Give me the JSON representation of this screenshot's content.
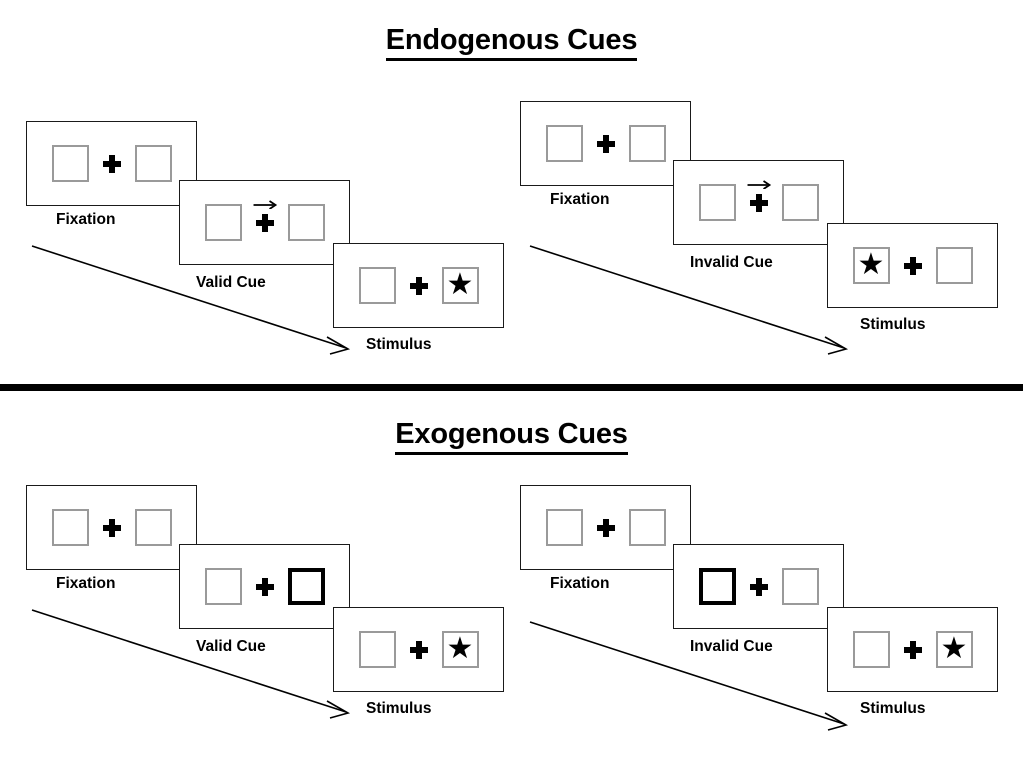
{
  "figure": {
    "divider": "horizontal-rule",
    "accent_color": "#000000",
    "box_border_color": "#9a9a9a",
    "cue_border_color": "#000000"
  },
  "sections": [
    {
      "id": "endogenous",
      "title": "Endogenous Cues",
      "panels": [
        {
          "id": "endo-valid",
          "cue_type": "arrow",
          "frames": [
            {
              "label": "Fixation",
              "left_box": "empty",
              "right_box": "empty",
              "cue": "none"
            },
            {
              "label": "Valid Cue",
              "left_box": "empty",
              "right_box": "empty",
              "cue": "arrow-right"
            },
            {
              "label": "Stimulus",
              "left_box": "empty",
              "right_box": "star",
              "cue": "none"
            }
          ]
        },
        {
          "id": "endo-invalid",
          "cue_type": "arrow",
          "frames": [
            {
              "label": "Fixation",
              "left_box": "empty",
              "right_box": "empty",
              "cue": "none"
            },
            {
              "label": "Invalid Cue",
              "left_box": "empty",
              "right_box": "empty",
              "cue": "arrow-right"
            },
            {
              "label": "Stimulus",
              "left_box": "star",
              "right_box": "empty",
              "cue": "none"
            }
          ]
        }
      ]
    },
    {
      "id": "exogenous",
      "title": "Exogenous Cues",
      "panels": [
        {
          "id": "exo-valid",
          "cue_type": "box-flash",
          "frames": [
            {
              "label": "Fixation",
              "left_box": "empty",
              "right_box": "empty",
              "cue": "none"
            },
            {
              "label": "Valid Cue",
              "left_box": "empty",
              "right_box": "cued",
              "cue": "box-highlight-right"
            },
            {
              "label": "Stimulus",
              "left_box": "empty",
              "right_box": "star",
              "cue": "none"
            }
          ]
        },
        {
          "id": "exo-invalid",
          "cue_type": "box-flash",
          "frames": [
            {
              "label": "Fixation",
              "left_box": "empty",
              "right_box": "empty",
              "cue": "none"
            },
            {
              "label": "Invalid Cue",
              "left_box": "cued",
              "right_box": "empty",
              "cue": "box-highlight-left"
            },
            {
              "label": "Stimulus",
              "left_box": "empty",
              "right_box": "star",
              "cue": "none"
            }
          ]
        }
      ]
    }
  ],
  "glyphs": {
    "star": "★",
    "fixation_cross": "plus-sign",
    "flow_arrow": "diagonal-arrow-down-right"
  }
}
